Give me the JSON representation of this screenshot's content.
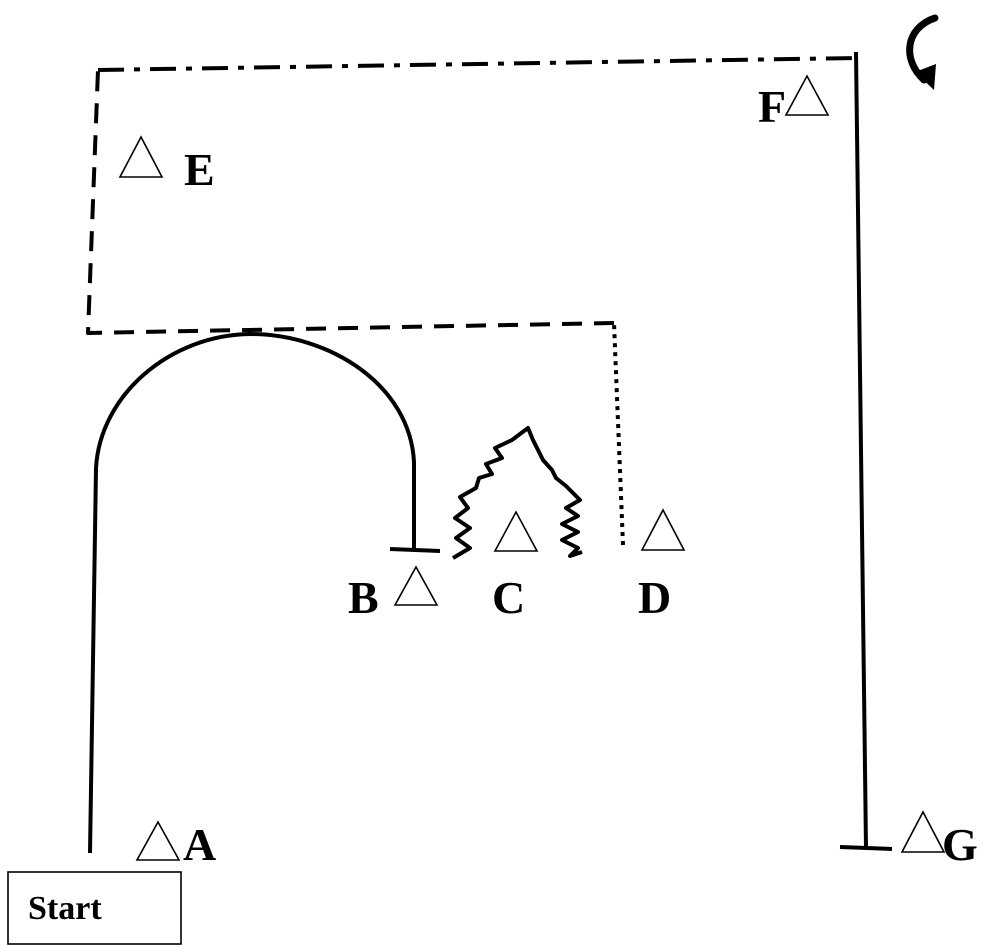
{
  "start_box": {
    "label": "Start"
  },
  "markers": [
    {
      "id": "A",
      "label": "A"
    },
    {
      "id": "B",
      "label": "B"
    },
    {
      "id": "C",
      "label": "C"
    },
    {
      "id": "D",
      "label": "D"
    },
    {
      "id": "E",
      "label": "E"
    },
    {
      "id": "F",
      "label": "F"
    },
    {
      "id": "G",
      "label": "G"
    }
  ],
  "colors": {
    "line": "#000000",
    "background": "#ffffff"
  },
  "icons": {
    "marker": "triangle-cone-icon",
    "turn": "curved-arrow-icon"
  }
}
